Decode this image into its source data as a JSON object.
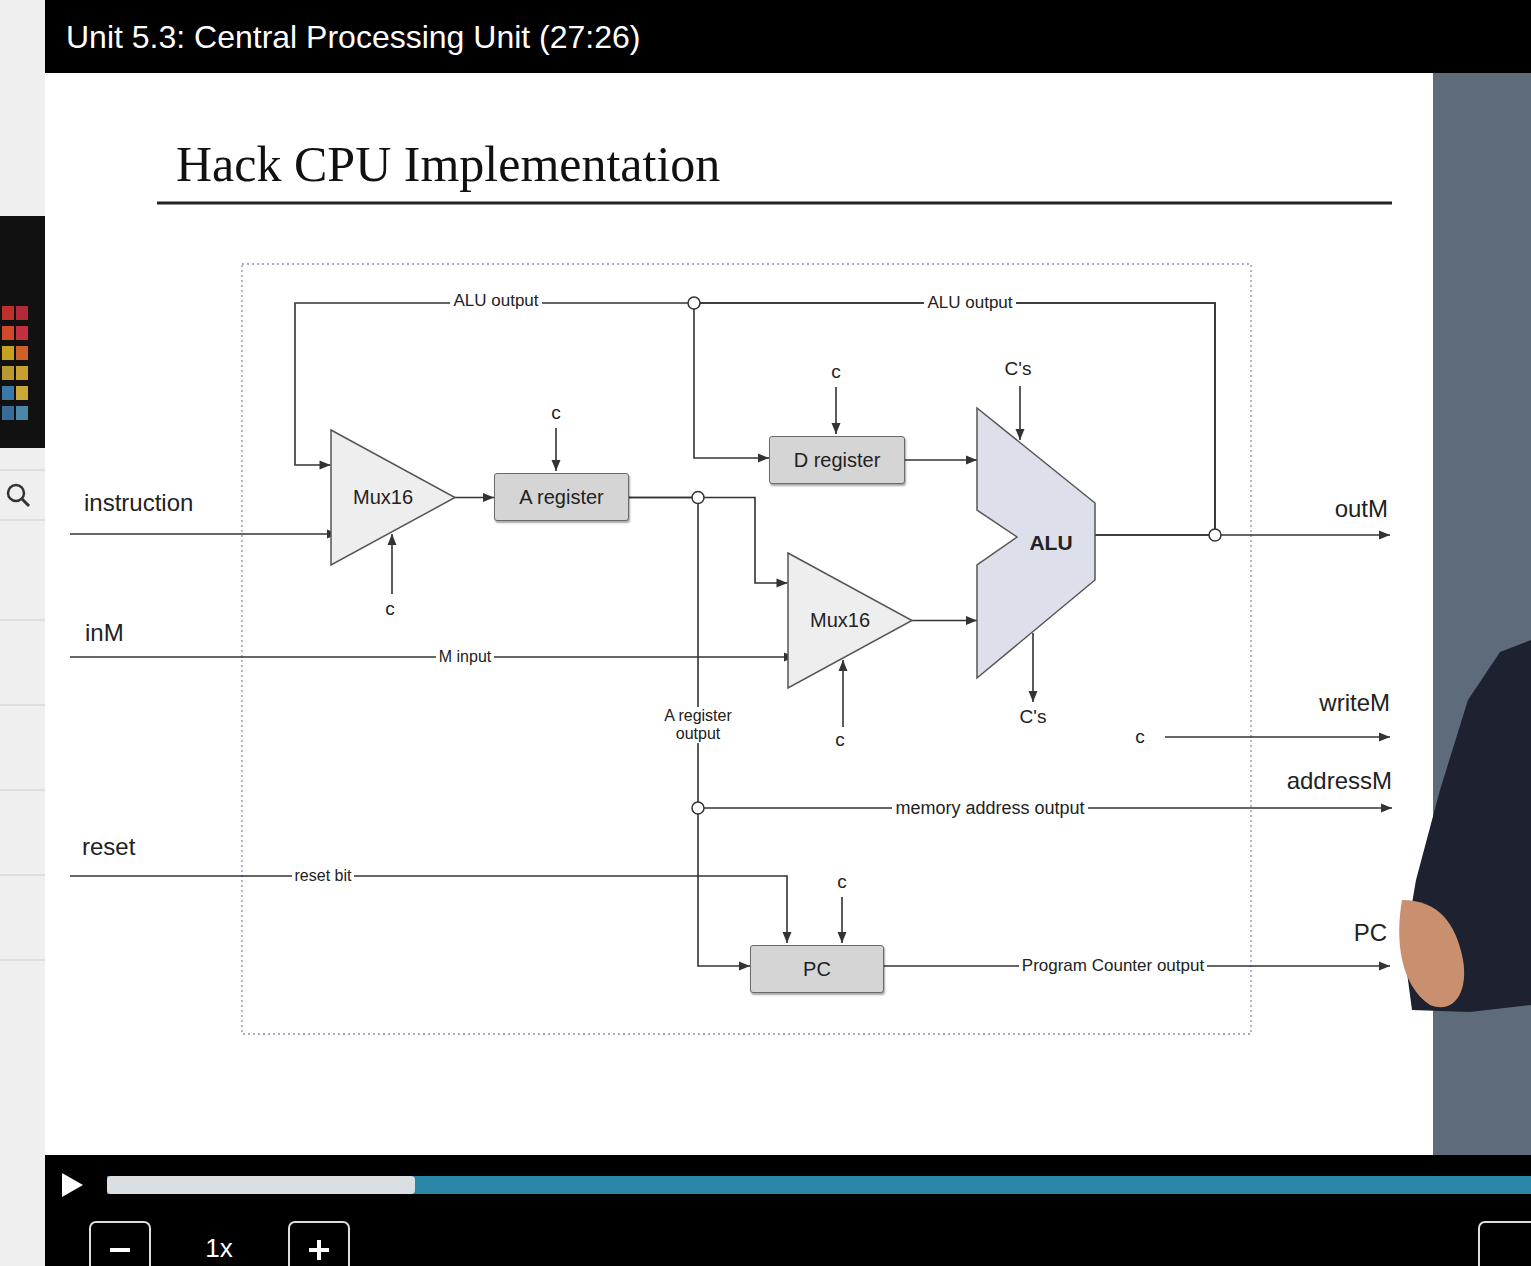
{
  "diagram": {
    "title": "Hack CPU Implementation",
    "nodes": [
      {
        "text": [
          "Mux16"
        ]
      },
      {
        "text": [
          "A register"
        ]
      },
      {
        "text": [
          "D register"
        ]
      },
      {
        "text": [
          "ALU"
        ]
      },
      {
        "text": [
          "Mux16"
        ]
      },
      {
        "text": [
          "PC"
        ]
      }
    ],
    "edges": [
      {
        "from": 0,
        "to": 1,
        "arrow": "to"
      },
      {
        "from": 1,
        "to": 4,
        "arrow": "to"
      },
      {
        "from": 1,
        "to": 5,
        "label": "A register output",
        "arrow": "to"
      },
      {
        "from": 2,
        "to": 3,
        "arrow": "to"
      },
      {
        "from": 4,
        "to": 3,
        "arrow": "to"
      },
      {
        "from": 3,
        "to": 2,
        "label": "ALU output",
        "arrow": "to"
      },
      {
        "from": 3,
        "to": 0,
        "label": "ALU output",
        "arrow": "to"
      }
    ],
    "labels": [
      "Unit 5.3: Central Processing Unit (27:26)",
      "instruction",
      "inM",
      "reset",
      "c",
      "c",
      "c",
      "C's",
      "C's",
      "c",
      "c",
      "c",
      "outM",
      "writeM",
      "addressM",
      "PC",
      "M input",
      "memory address output",
      "reset bit",
      "Program Counter output",
      "1x"
    ]
  }
}
